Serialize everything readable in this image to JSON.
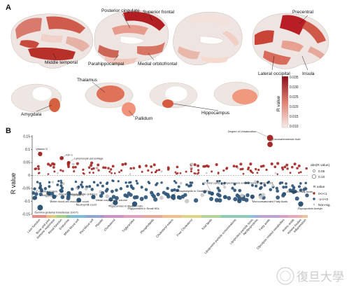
{
  "panel_a": {
    "letter": "A",
    "region_labels": [
      "Posterior cingulate",
      "Superior frontal",
      "Precentral",
      "Middle temporal",
      "Parahippocampal",
      "Medial orbitofrontal",
      "Lateral occipital",
      "Insula",
      "Thalamus",
      "Amygdala",
      "Pallidum",
      "Hippocampus"
    ],
    "colorbar": {
      "title": "R value",
      "ticks": [
        "0.035",
        "0.030",
        "0.025",
        "0.020",
        "0.015",
        "0.010"
      ],
      "low_color": "#f6ece8",
      "high_color": "#8c0c1a"
    }
  },
  "panel_b": {
    "letter": "B",
    "legend": {
      "title_size": "abs(R value)",
      "size_items": [
        "0.05",
        "0.10"
      ],
      "title_r": "R value",
      "r_items": [
        "0<r<1",
        "-1<r<0",
        "Non-sig."
      ]
    },
    "watermark": "復旦大學"
  },
  "chart_data": {
    "type": "scatter",
    "ylabel": "R value",
    "ylim": [
      -0.15,
      0.15
    ],
    "yticks": [
      0.15,
      0.1,
      0.05,
      0.0,
      -0.05,
      -0.1,
      -0.15
    ],
    "categories": [
      "Liver function",
      "Bone and joint",
      "Immune responses",
      "Renal function",
      "Endocrine",
      "White blood cell",
      "Red blood cell",
      "Platelet",
      "Cholesterol",
      "Triglycerides",
      "Phospholipids",
      "Cholesteryl esters",
      "Free Cholesterol",
      "Total lipids",
      "Lipoprotein particle concentrations",
      "Lipoprotein particle sizes",
      "Apolipoproteins",
      "Fatty acids",
      "Glycolysis related metabolites",
      "Amino acids",
      "Ketone bodies",
      "Inflammation"
    ],
    "category_colors": [
      "#e88b87",
      "#f2b97c",
      "#d3cf7a",
      "#a7cf86",
      "#7fc3a7",
      "#7dbcd8",
      "#8ea6d5",
      "#a995cc",
      "#cc92c1",
      "#e3a0bd",
      "#e9a69b",
      "#f1bf8a",
      "#dfd386",
      "#b3d39a",
      "#8ccbb6",
      "#8fc0db",
      "#a3aedb",
      "#bba3d3",
      "#d69fca",
      "#e6a7b9",
      "#e9b3a6",
      "#f0c59a"
    ],
    "annotated_points": [
      {
        "label": "Degree of Unsaturation",
        "value": 0.145
      },
      {
        "label": "Docosahexaenoic Acid",
        "value": 0.12
      },
      {
        "label": "Vitamin D",
        "value": 0.083
      },
      {
        "label": "IGF-1",
        "value": 0.067
      },
      {
        "label": "Lymphocyte percentage",
        "value": 0.049
      },
      {
        "label": "C reactive protein",
        "value": -0.048
      },
      {
        "label": "Glycated Haemoglobin (HbA1c)",
        "value": -0.06
      },
      {
        "label": "Cystatin C",
        "value": -0.068
      },
      {
        "label": "Triglycerides",
        "value": -0.07
      },
      {
        "label": "White blood cell leukocyte count",
        "value": -0.082
      },
      {
        "label": "Mean corpuscular volume",
        "value": -0.083
      },
      {
        "label": "Neutrophill count",
        "value": -0.095
      },
      {
        "label": "Gamma-glutamyl transferase (GGT)",
        "value": -0.124
      },
      {
        "label": "Triglycerides in Medium HDL",
        "value": -0.105
      },
      {
        "label": "Triglycerides in Small HDL",
        "value": -0.11
      },
      {
        "label": "Phospholipids in Small HDL",
        "value": -0.08
      },
      {
        "label": "Total Lipids in Chylomicrons and Extremely Large VLDL",
        "value": -0.07
      },
      {
        "label": "Monounsaturated Fatty Acids",
        "value": -0.082
      },
      {
        "label": "Saturated Fatty Acids",
        "value": -0.072
      },
      {
        "label": "Glycoprotein Acetyls",
        "value": -0.11
      }
    ]
  }
}
